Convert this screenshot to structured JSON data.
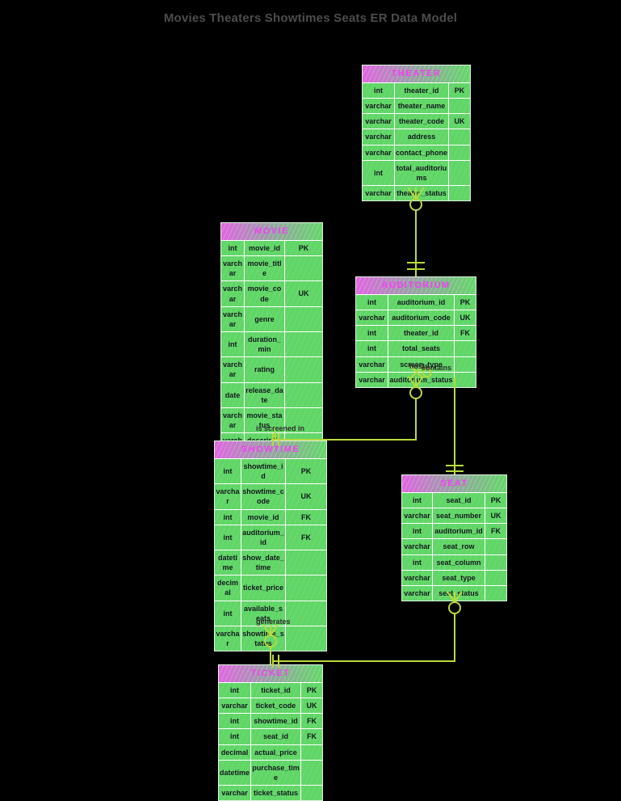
{
  "title": "Movies Theaters Showtimes Seats ER Data Model",
  "colors": {
    "background": "#000000",
    "row_green": "#60d666",
    "header_magenta": "#e066e0",
    "header_text_pink": "#f73cf7",
    "connector_line": "#b9da3e",
    "title_text": "#4c4c4c"
  },
  "entities": [
    {
      "id": "theater",
      "title": "THEATER",
      "rows": [
        {
          "type": "int",
          "name": "theater_id",
          "key": "PK"
        },
        {
          "type": "varchar",
          "name": "theater_name",
          "key": ""
        },
        {
          "type": "varchar",
          "name": "theater_code",
          "key": "UK"
        },
        {
          "type": "varchar",
          "name": "address",
          "key": ""
        },
        {
          "type": "varchar",
          "name": "contact_phone",
          "key": ""
        },
        {
          "type": "int",
          "name": "total_auditoriums",
          "key": ""
        },
        {
          "type": "varchar",
          "name": "theater_status",
          "key": ""
        }
      ]
    },
    {
      "id": "movie",
      "title": "MOVIE",
      "rows": [
        {
          "type": "int",
          "name": "movie_id",
          "key": "PK"
        },
        {
          "type": "varchar",
          "name": "movie_title",
          "key": ""
        },
        {
          "type": "varchar",
          "name": "movie_code",
          "key": "UK"
        },
        {
          "type": "varchar",
          "name": "genre",
          "key": ""
        },
        {
          "type": "int",
          "name": "duration_min",
          "key": ""
        },
        {
          "type": "varchar",
          "name": "rating",
          "key": ""
        },
        {
          "type": "date",
          "name": "release_date",
          "key": ""
        },
        {
          "type": "varchar",
          "name": "movie_status",
          "key": ""
        },
        {
          "type": "varchar",
          "name": "description",
          "key": ""
        }
      ]
    },
    {
      "id": "auditorium",
      "title": "AUDITORIUM",
      "rows": [
        {
          "type": "int",
          "name": "auditorium_id",
          "key": "PK"
        },
        {
          "type": "varchar",
          "name": "auditorium_code",
          "key": "UK"
        },
        {
          "type": "int",
          "name": "theater_id",
          "key": "FK"
        },
        {
          "type": "int",
          "name": "total_seats",
          "key": ""
        },
        {
          "type": "varchar",
          "name": "screen_type",
          "key": ""
        },
        {
          "type": "varchar",
          "name": "auditorium_status",
          "key": ""
        }
      ]
    },
    {
      "id": "showtime",
      "title": "SHOWTIME",
      "rows": [
        {
          "type": "int",
          "name": "showtime_id",
          "key": "PK"
        },
        {
          "type": "varchar",
          "name": "showtime_code",
          "key": "UK"
        },
        {
          "type": "int",
          "name": "movie_id",
          "key": "FK"
        },
        {
          "type": "int",
          "name": "auditorium_id",
          "key": "FK"
        },
        {
          "type": "datetime",
          "name": "show_date_time",
          "key": ""
        },
        {
          "type": "decimal",
          "name": "ticket_price",
          "key": ""
        },
        {
          "type": "int",
          "name": "available_seats",
          "key": ""
        },
        {
          "type": "varchar",
          "name": "showtime_status",
          "key": ""
        }
      ]
    },
    {
      "id": "seat",
      "title": "SEAT",
      "rows": [
        {
          "type": "int",
          "name": "seat_id",
          "key": "PK"
        },
        {
          "type": "varchar",
          "name": "seat_number",
          "key": "UK"
        },
        {
          "type": "int",
          "name": "auditorium_id",
          "key": "FK"
        },
        {
          "type": "varchar",
          "name": "seat_row",
          "key": ""
        },
        {
          "type": "int",
          "name": "seat_column",
          "key": ""
        },
        {
          "type": "varchar",
          "name": "seat_type",
          "key": ""
        },
        {
          "type": "varchar",
          "name": "seat_status",
          "key": ""
        }
      ]
    },
    {
      "id": "ticket",
      "title": "TICKET",
      "rows": [
        {
          "type": "int",
          "name": "ticket_id",
          "key": "PK"
        },
        {
          "type": "varchar",
          "name": "ticket_code",
          "key": "UK"
        },
        {
          "type": "int",
          "name": "showtime_id",
          "key": "FK"
        },
        {
          "type": "int",
          "name": "seat_id",
          "key": "FK"
        },
        {
          "type": "decimal",
          "name": "actual_price",
          "key": ""
        },
        {
          "type": "datetime",
          "name": "purchase_time",
          "key": ""
        },
        {
          "type": "varchar",
          "name": "ticket_status",
          "key": ""
        }
      ]
    }
  ],
  "relationship_labels": [
    {
      "id": "movie-showtime",
      "text": "is screened in"
    },
    {
      "id": "auditorium-showtime",
      "text": "hosts"
    },
    {
      "id": "auditorium-seat",
      "text": "contains"
    },
    {
      "id": "showtime-ticket",
      "text": "generates"
    }
  ]
}
